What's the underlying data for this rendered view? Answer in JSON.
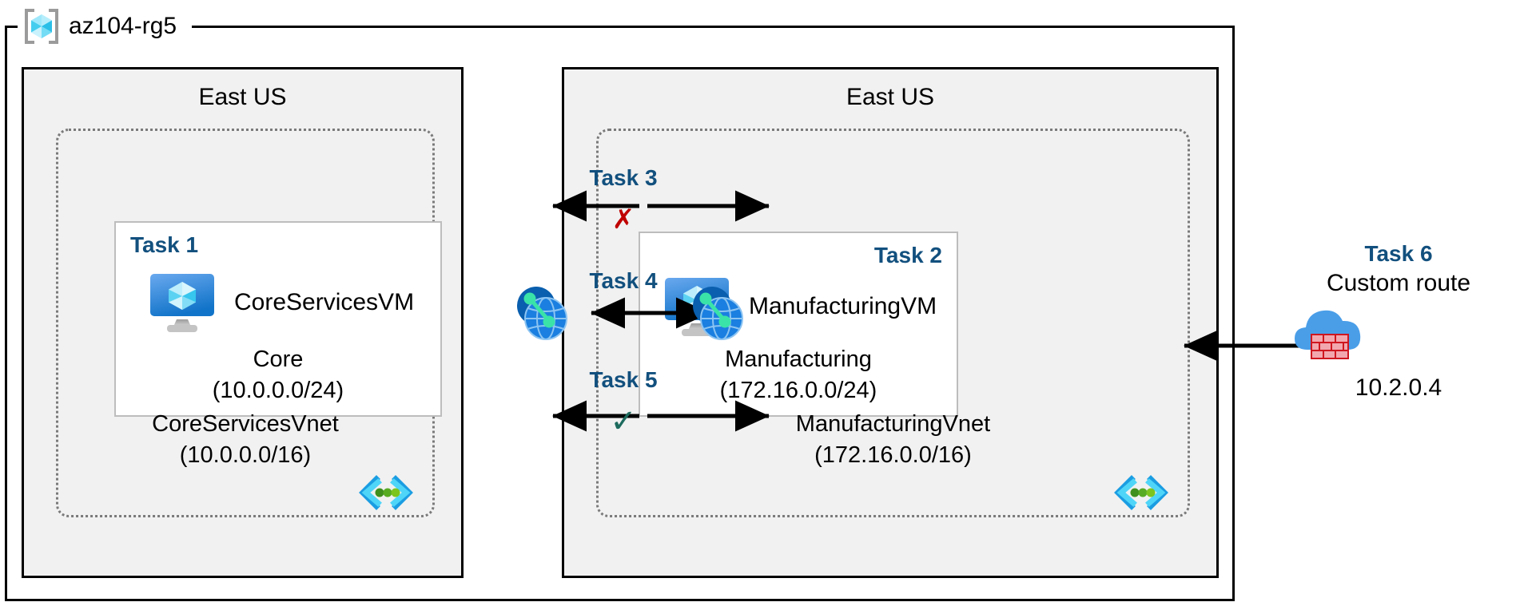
{
  "resource_group": {
    "name": "az104-rg5",
    "icon": "azure-resource-group-icon"
  },
  "regions": [
    {
      "id": "left",
      "title": "East US"
    },
    {
      "id": "right",
      "title": "East US"
    }
  ],
  "vnets": [
    {
      "id": "core",
      "name": "CoreServicesVnet",
      "cidr": "(10.0.0.0/16)",
      "icon": "vnet-icon",
      "subnet": {
        "task_label": "Task 1",
        "vm_name": "CoreServicesVM",
        "vm_icon": "virtual-machine-icon",
        "name": "Core",
        "cidr": "(10.0.0.0/24)"
      }
    },
    {
      "id": "manufacturing",
      "name": "ManufacturingVnet",
      "cidr": "(172.16.0.0/16)",
      "icon": "vnet-icon",
      "subnet": {
        "task_label": "Task 2",
        "vm_name": "ManufacturingVM",
        "vm_icon": "virtual-machine-icon",
        "name": "Manufacturing",
        "cidr": "(172.16.0.0/24)"
      }
    }
  ],
  "peering_icons": [
    {
      "id": "peer-left",
      "icon": "vnet-peering-icon"
    },
    {
      "id": "peer-right",
      "icon": "vnet-peering-icon"
    }
  ],
  "connections": [
    {
      "id": "task3",
      "label": "Task 3",
      "marker": "✗",
      "marker_kind": "cross",
      "direction": "bidirectional"
    },
    {
      "id": "task4",
      "label": "Task 4",
      "marker": "",
      "marker_kind": "none",
      "direction": "bidirectional"
    },
    {
      "id": "task5",
      "label": "Task 5",
      "marker": "✓",
      "marker_kind": "check",
      "direction": "bidirectional"
    }
  ],
  "custom_route": {
    "task_label": "Task 6",
    "description": "Custom route",
    "ip_address": "10.2.0.4",
    "icon": "firewall-cloud-icon"
  },
  "colors": {
    "task_blue": "#12507e",
    "region_fill": "#f1f1f1",
    "vnet_border": "#7a7a7a",
    "cross_red": "#c00000",
    "check_green": "#1d6b5e",
    "azure_blue": "#0078d4",
    "cyan": "#32c8f0"
  }
}
